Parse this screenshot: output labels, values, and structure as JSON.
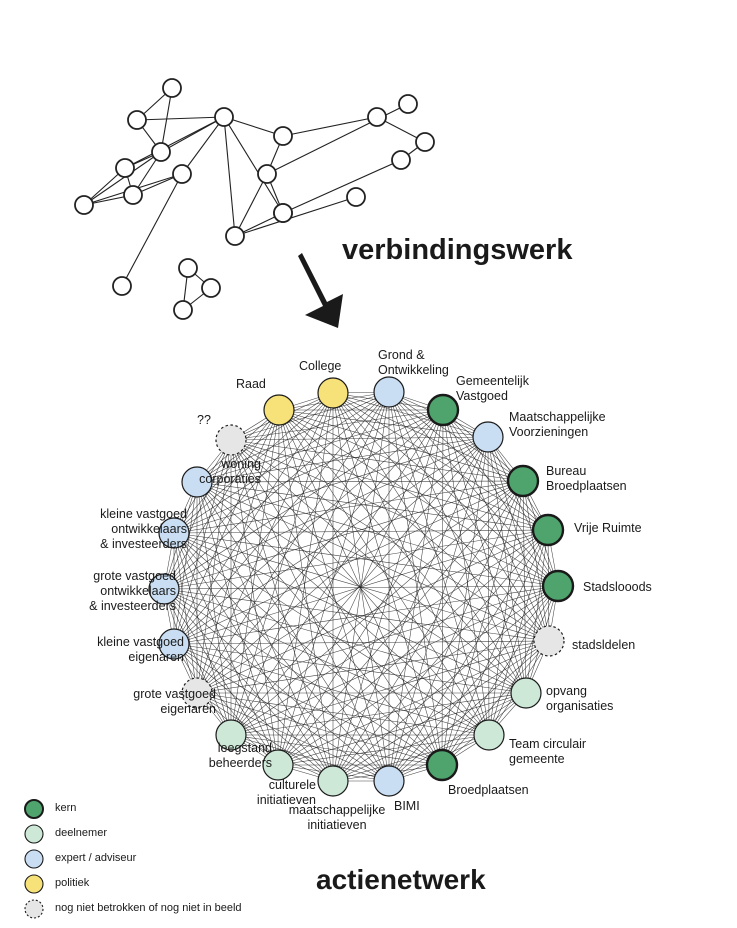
{
  "titles": {
    "top": "verbindingswerk",
    "bottom": "actienetwerk"
  },
  "colors": {
    "kern": "#4ea46c",
    "deelnemer": "#cde8d7",
    "expert": "#c9def2",
    "politiek": "#f7e27a",
    "unknown": "#e6e6e6",
    "edge": "#222222"
  },
  "network_top": {
    "nodes": [
      "n1",
      "n2",
      "n3",
      "n4",
      "n5",
      "n6",
      "n7",
      "n8",
      "n9",
      "n10",
      "n11",
      "n12",
      "n13",
      "n14",
      "n15",
      "n16",
      "n17",
      "n18",
      "n19",
      "n20",
      "n21",
      "n22"
    ],
    "edges": [
      [
        "n1",
        "n2"
      ],
      [
        "n1",
        "n4"
      ],
      [
        "n2",
        "n3"
      ],
      [
        "n2",
        "n4"
      ],
      [
        "n4",
        "n3"
      ],
      [
        "n3",
        "n5"
      ],
      [
        "n3",
        "n7"
      ],
      [
        "n4",
        "n5"
      ],
      [
        "n4",
        "n6"
      ],
      [
        "n4",
        "n8"
      ],
      [
        "n5",
        "n6"
      ],
      [
        "n5",
        "n8"
      ],
      [
        "n6",
        "n7"
      ],
      [
        "n6",
        "n8"
      ],
      [
        "n7",
        "n8"
      ],
      [
        "n7",
        "n9"
      ],
      [
        "n3",
        "n10"
      ],
      [
        "n3",
        "n12"
      ],
      [
        "n3",
        "n13"
      ],
      [
        "n10",
        "n11"
      ],
      [
        "n11",
        "n12"
      ],
      [
        "n12",
        "n13"
      ],
      [
        "n12",
        "n14"
      ],
      [
        "n11",
        "n15"
      ],
      [
        "n10",
        "n16"
      ],
      [
        "n16",
        "n17"
      ],
      [
        "n17",
        "n18"
      ],
      [
        "n18",
        "n19"
      ],
      [
        "n11",
        "n19"
      ],
      [
        "n20",
        "n21"
      ],
      [
        "n21",
        "n22"
      ],
      [
        "n20",
        "n22"
      ]
    ]
  },
  "network_bottom": {
    "nodes": [
      {
        "id": "raad",
        "label": "Raad",
        "role": "politiek"
      },
      {
        "id": "college",
        "label": "College",
        "role": "politiek"
      },
      {
        "id": "grond",
        "label": "Grond &\nOntwikkeling",
        "role": "expert"
      },
      {
        "id": "gemvast",
        "label": "Gemeentelijk\nVastgoed",
        "role": "kern"
      },
      {
        "id": "maatvoor",
        "label": "Maatschappelijke\nVoorzieningen",
        "role": "expert"
      },
      {
        "id": "bureau",
        "label": "Bureau\nBroedplaatsen",
        "role": "kern"
      },
      {
        "id": "vrije",
        "label": "Vrije Ruimte",
        "role": "kern"
      },
      {
        "id": "stads",
        "label": "Stadslooods",
        "role": "kern"
      },
      {
        "id": "stadsdelen",
        "label": "stadsldelen",
        "role": "unknown"
      },
      {
        "id": "opvang",
        "label": "opvang\norganisaties",
        "role": "deelnemer"
      },
      {
        "id": "team",
        "label": "Team circulair\ngemeente",
        "role": "deelnemer"
      },
      {
        "id": "broed",
        "label": "Broedplaatsen",
        "role": "kern"
      },
      {
        "id": "bimi",
        "label": "BIMI",
        "role": "expert"
      },
      {
        "id": "maatini",
        "label": "maatschappelijke\ninitiatieven",
        "role": "deelnemer"
      },
      {
        "id": "cultuur",
        "label": "culturele\ninitiatieven",
        "role": "deelnemer"
      },
      {
        "id": "leeg",
        "label": "leegstand\nbeheerders",
        "role": "deelnemer"
      },
      {
        "id": "groteeig",
        "label": "grote vastgoed\neigenaren",
        "role": "unknown"
      },
      {
        "id": "kleineeig",
        "label": "kleine vastgoed\neigenaren",
        "role": "expert"
      },
      {
        "id": "groteontw",
        "label": "grote vastgoed\nontwikkelaars\n& investeerders",
        "role": "expert"
      },
      {
        "id": "kleineontw",
        "label": "kleine vastgoed\nontwikkelaars\n& investeerders",
        "role": "expert"
      },
      {
        "id": "woning",
        "label": "woning\ncorporaties",
        "role": "expert"
      },
      {
        "id": "qq",
        "label": "??",
        "role": "unknown"
      }
    ]
  },
  "legend": [
    {
      "role": "kern",
      "label": "kern"
    },
    {
      "role": "deelnemer",
      "label": "deelnemer"
    },
    {
      "role": "expert",
      "label": "expert / adviseur"
    },
    {
      "role": "politiek",
      "label": "politiek"
    },
    {
      "role": "unknown",
      "label": "nog niet betrokken of nog niet in beeld"
    }
  ]
}
